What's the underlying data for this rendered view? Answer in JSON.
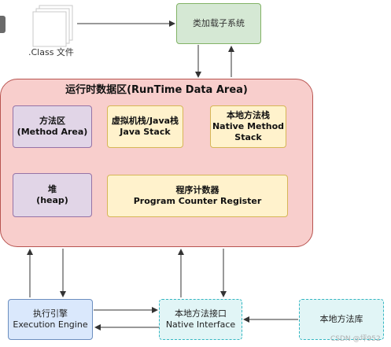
{
  "diagram": {
    "class_file": {
      "label": ".Class 文件"
    },
    "class_loader": {
      "label": "类加载子系统"
    },
    "runtime_area": {
      "title": "运行时数据区(RunTime Data Area)"
    },
    "method_area": {
      "line1": "方法区",
      "line2": "(Method Area)"
    },
    "java_stack": {
      "line1": "虚拟机栈/Java栈",
      "line2": "Java Stack"
    },
    "native_stack": {
      "line1": "本地方法栈",
      "line2": "Native Method",
      "line3": "Stack"
    },
    "heap": {
      "line1": "堆",
      "line2": "(heap)"
    },
    "pc_register": {
      "line1": "程序计数器",
      "line2": "Program Counter Register"
    },
    "execution_engine": {
      "line1": "执行引擎",
      "line2": "Execution Engine"
    },
    "native_interface": {
      "line1": "本地方法接口",
      "line2": "Native Interface"
    },
    "native_library": {
      "label": "本地方法库"
    }
  },
  "watermark": "CSDN @坪952",
  "colors": {
    "loader_fill": "#d5e8d4",
    "runtime_fill": "#f8cecc",
    "area_purple": "#e1d5e7",
    "area_yellow": "#fff2cc",
    "engine_fill": "#dae8fc",
    "native_fill": "#e1f5f6"
  }
}
